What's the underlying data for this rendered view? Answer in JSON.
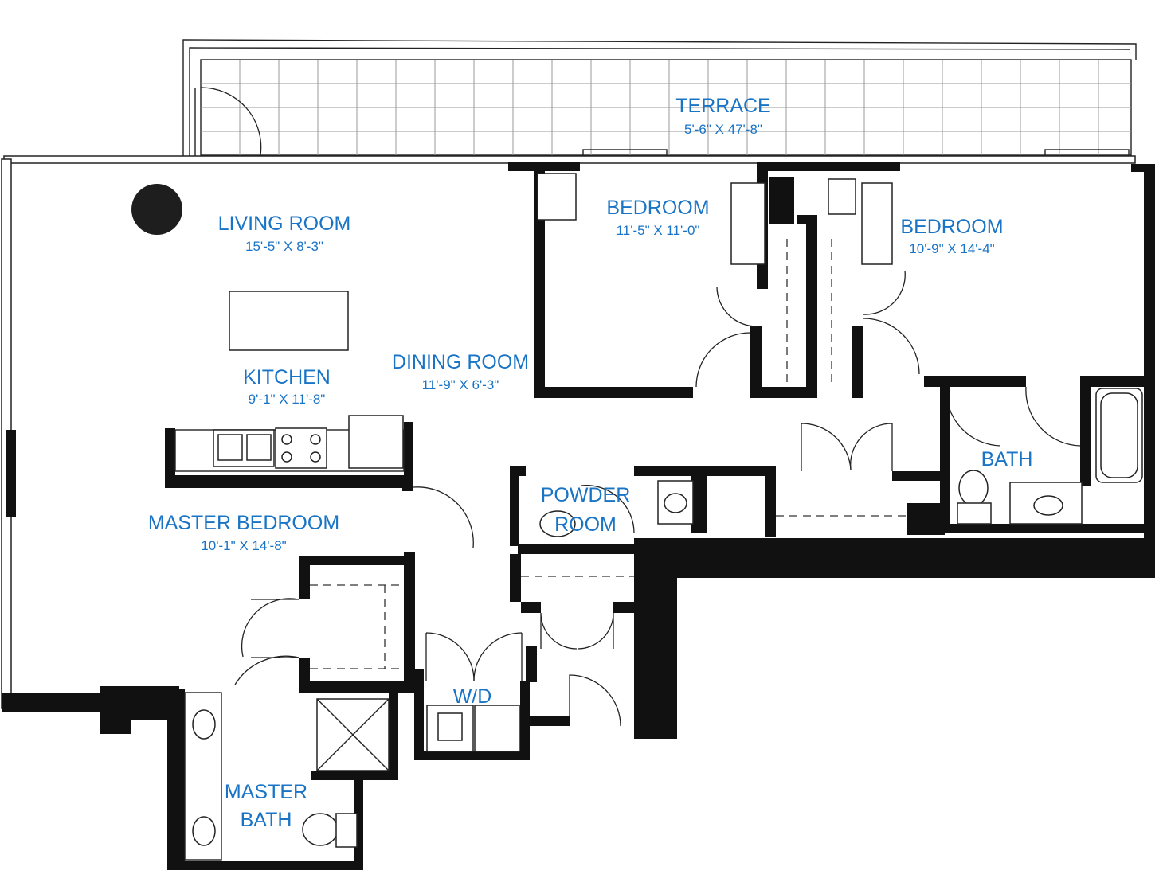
{
  "colors": {
    "label": "#1a74c6",
    "wall": "#111111",
    "line": "#222222"
  },
  "rooms": {
    "terrace": {
      "name": "TERRACE",
      "dim": "5'-6\" X 47'-8\""
    },
    "living": {
      "name": "LIVING ROOM",
      "dim": "15'-5\" X 8'-3\""
    },
    "kitchen": {
      "name": "KITCHEN",
      "dim": "9'-1\" X 11'-8\""
    },
    "dining": {
      "name": "DINING ROOM",
      "dim": "11'-9\" X 6'-3\""
    },
    "bedroom1": {
      "name": "BEDROOM",
      "dim": "11'-5\" X 11'-0\""
    },
    "bedroom2": {
      "name": "BEDROOM",
      "dim": "10'-9\" X 14'-4\""
    },
    "bath": {
      "name": "BATH"
    },
    "powder": {
      "line1": "POWDER",
      "line2": "ROOM"
    },
    "master_bedroom": {
      "name": "MASTER BEDROOM",
      "dim": "10'-1\" X 14'-8\""
    },
    "wd": {
      "name": "W/D"
    },
    "master_bath": {
      "line1": "MASTER",
      "line2": "BATH"
    }
  }
}
